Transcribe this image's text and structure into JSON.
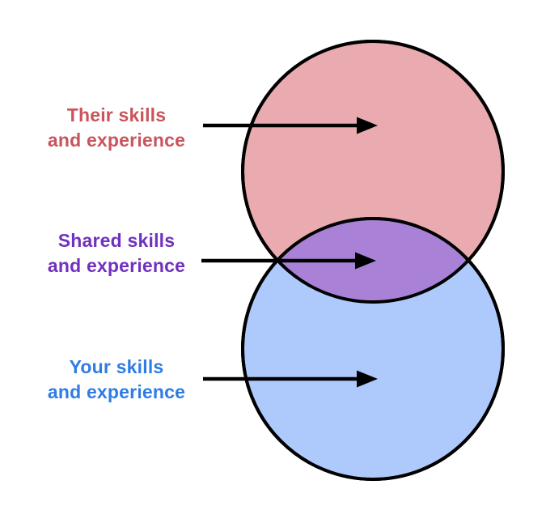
{
  "diagram": {
    "type": "venn-2-circle",
    "background": "#ffffff",
    "outline_color": "#000000",
    "arrow_color": "#000000",
    "regions": [
      {
        "id": "their",
        "label": "Their skills\nand experience",
        "fill": "#e9abaf",
        "text_color": "#c9545c"
      },
      {
        "id": "shared",
        "label": "Shared skills\nand experience",
        "fill": "#a982d8",
        "text_color": "#7130bf"
      },
      {
        "id": "your",
        "label": "Your skills\nand experience",
        "fill": "#aec9fb",
        "text_color": "#2e7ce4"
      }
    ]
  }
}
